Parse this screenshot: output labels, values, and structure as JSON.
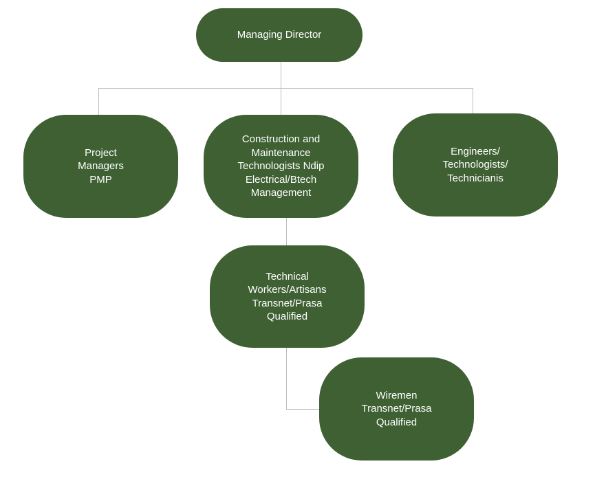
{
  "diagram": {
    "type": "org-chart",
    "colors": {
      "node_fill": "#3e6032",
      "node_text": "#ffffff",
      "connector": "#bdbdbd"
    },
    "nodes": [
      {
        "id": "managing-director",
        "label": "Managing Director",
        "parent": null
      },
      {
        "id": "project-managers",
        "label": "Project\nManagers\nPMP",
        "parent": "managing-director"
      },
      {
        "id": "construction-maintenance",
        "label": "Construction and\nMaintenance\nTechnologists Ndip\nElectrical/Btech\nManagement",
        "parent": "managing-director"
      },
      {
        "id": "engineers",
        "label": "Engineers/\nTechnologists/\nTechnicianis",
        "parent": "managing-director"
      },
      {
        "id": "technical-workers",
        "label": "Technical\nWorkers/Artisans\nTransnet/Prasa\nQualified",
        "parent": "construction-maintenance"
      },
      {
        "id": "wiremen",
        "label": "Wiremen\nTransnet/Prasa\nQualified",
        "parent": "technical-workers"
      }
    ]
  }
}
